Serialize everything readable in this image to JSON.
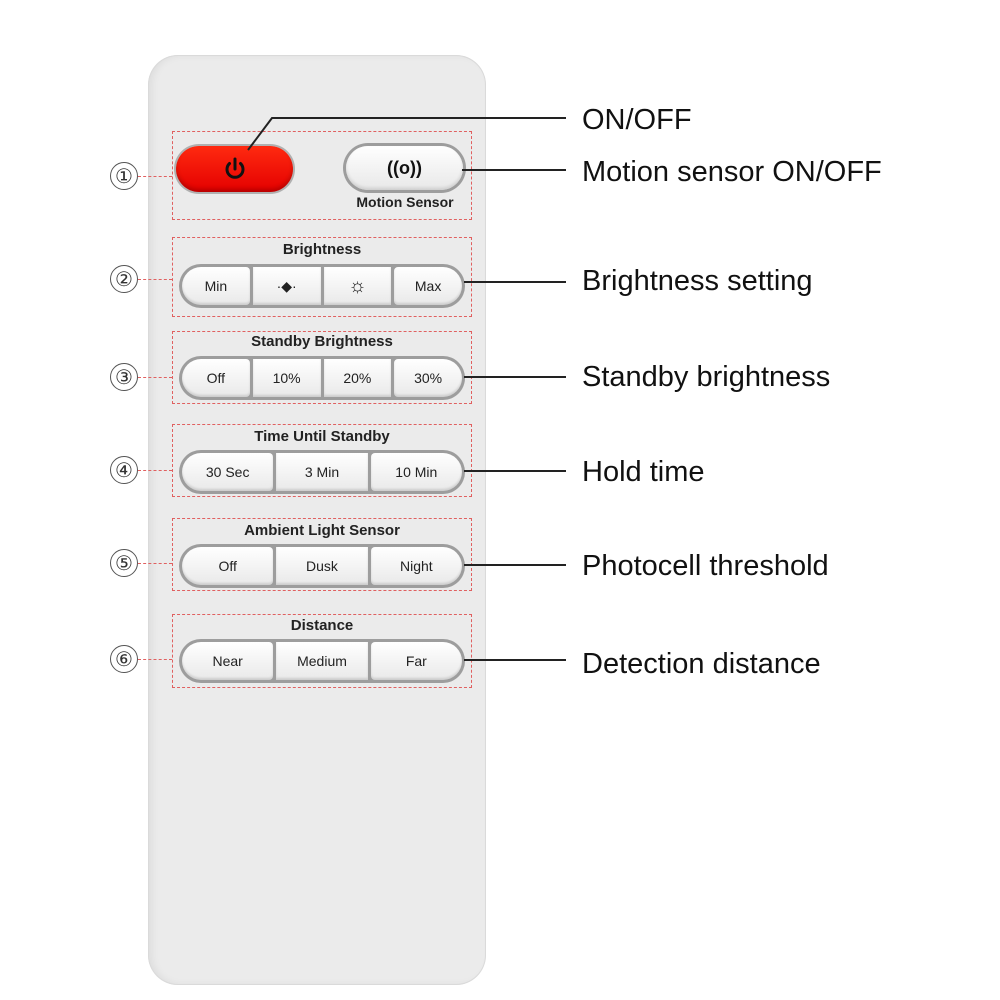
{
  "remote": {
    "power_button": {
      "icon": "power-icon",
      "color": "#e80000"
    },
    "motion_button": {
      "symbol": "((o))",
      "label": "Motion Sensor"
    },
    "groups": [
      {
        "number": "①",
        "title": "",
        "buttons": []
      },
      {
        "number": "②",
        "title": "Brightness",
        "buttons": [
          "Min",
          "·◆·",
          "☼",
          "Max"
        ]
      },
      {
        "number": "③",
        "title": "Standby Brightness",
        "buttons": [
          "Off",
          "10%",
          "20%",
          "30%"
        ]
      },
      {
        "number": "④",
        "title": "Time Until Standby",
        "buttons": [
          "30 Sec",
          "3 Min",
          "10 Min"
        ]
      },
      {
        "number": "⑤",
        "title": "Ambient Light Sensor",
        "buttons": [
          "Off",
          "Dusk",
          "Night"
        ]
      },
      {
        "number": "⑥",
        "title": "Distance",
        "buttons": [
          "Near",
          "Medium",
          "Far"
        ]
      }
    ]
  },
  "callouts": [
    "ON/OFF",
    "Motion sensor ON/OFF",
    "Brightness setting",
    "Standby brightness",
    "Hold time",
    "Photocell threshold",
    "Detection distance"
  ]
}
